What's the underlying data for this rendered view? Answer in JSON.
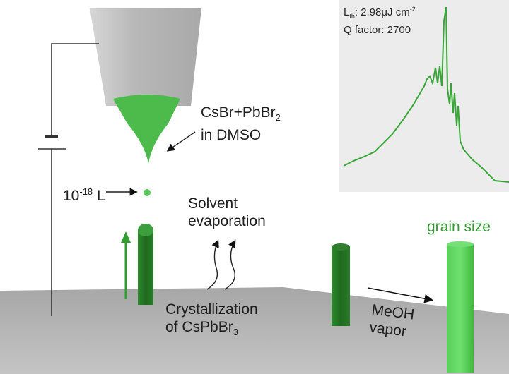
{
  "diagram": {
    "labels": {
      "precursor_line1_main": "CsBr+PbBr",
      "precursor_line1_sub": "2",
      "precursor_line2": "in DMSO",
      "volume_base": "10",
      "volume_exp": "-18",
      "volume_unit": " L",
      "solvent_line1": "Solvent",
      "solvent_line2": "evaporation",
      "cryst_line1": "Crystallization",
      "cryst_line2_main": "of CsPbBr",
      "cryst_line2_sub": "3",
      "meoh_line1": "MeOH",
      "meoh_line2": "vapor",
      "grain": "grain size"
    },
    "inset": {
      "lth_symbol": "L",
      "lth_sub": "th",
      "lth_value": ": 2.98μJ cm",
      "lth_exp": "-2",
      "q_factor": "Q factor: 2700"
    },
    "colors": {
      "green": "#3fb83f",
      "dark_green": "#1f6e1f",
      "nozzle_gray": "#b9b9b9",
      "substrate_gray": "#b3b3b3",
      "inset_bg": "#ececec"
    }
  },
  "chart_data": {
    "type": "line",
    "title": "",
    "annotations": [
      "Lth: 2.98μJ cm-2",
      "Q factor: 2700"
    ],
    "xlabel": "",
    "ylabel": "",
    "description": "Emission spectrum: broad PL peak with narrow lasing modes and a dominant sharp peak",
    "x": [
      0,
      10,
      20,
      30,
      40,
      45,
      50,
      55,
      60,
      62,
      65,
      68,
      70,
      75,
      80,
      90,
      100
    ],
    "values": [
      0.15,
      0.2,
      0.33,
      0.5,
      0.68,
      0.72,
      0.75,
      0.95,
      1.0,
      0.6,
      0.55,
      0.45,
      0.35,
      0.28,
      0.18,
      0.06,
      0.05
    ]
  }
}
